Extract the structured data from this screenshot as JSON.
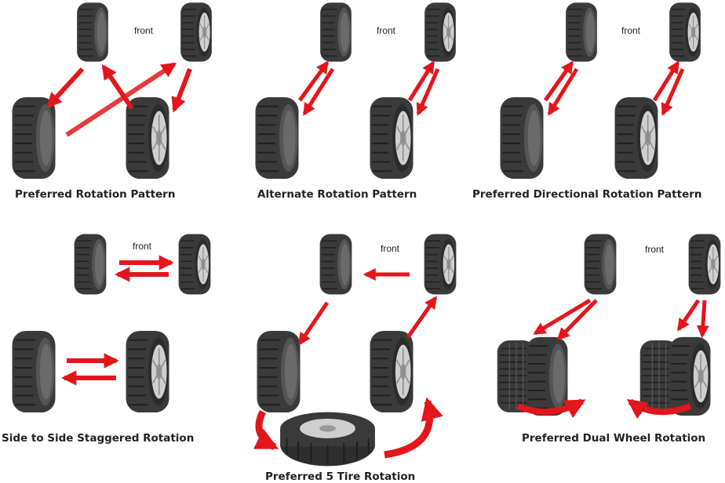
{
  "diagrams": [
    {
      "title": "Preferred Rotation Pattern",
      "front_label": "front"
    },
    {
      "title": "Alternate Rotation Pattern",
      "front_label": "front"
    },
    {
      "title": "Preferred Directional Rotation Pattern",
      "front_label": "front"
    },
    {
      "title": "Side to Side Staggered Rotation",
      "front_label": "front"
    },
    {
      "title": "Preferred 5 Tire Rotation",
      "front_label": "front"
    },
    {
      "title": "Preferred Dual Wheel Rotation",
      "front_label": "front"
    }
  ],
  "colors": {
    "tire": "#3a3a3a",
    "tread": "#2a2a2a",
    "rim": "#c9c9c9",
    "arrow": "#e3161b",
    "text": "#222222"
  },
  "icons": {
    "tire": "tire-icon",
    "arrow": "red-rotation-arrow"
  }
}
